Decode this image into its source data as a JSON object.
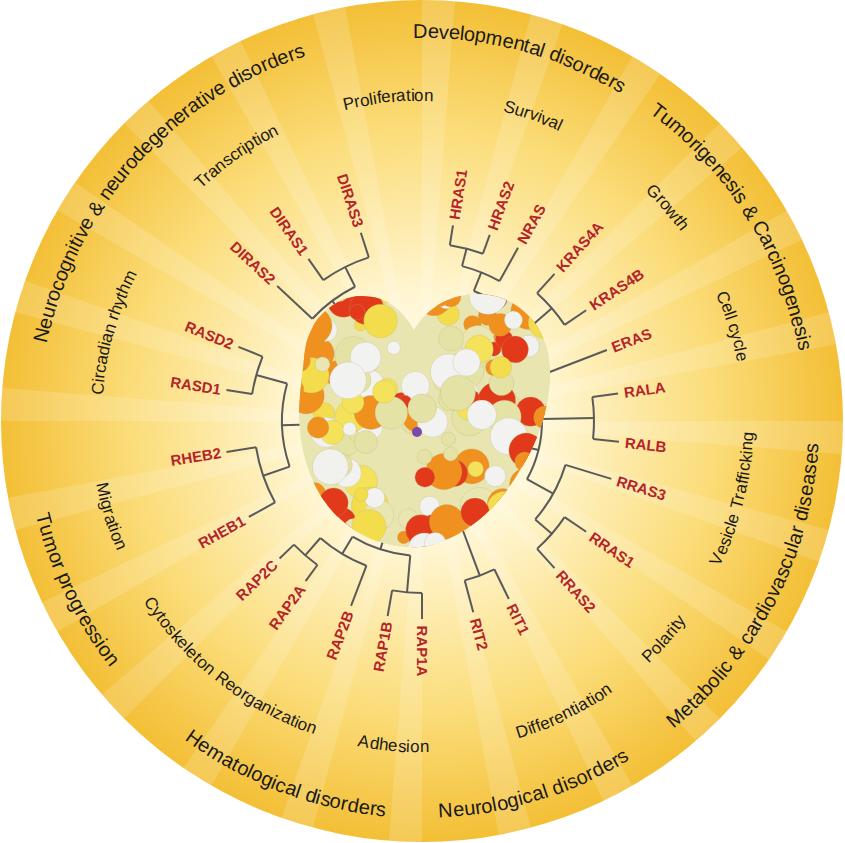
{
  "diagram": {
    "labels": [
      "Neurocognitive & neurodegenerative disorders",
      "Developmental disorders",
      "Tumorigenesis & Carcinogenesis",
      "Metabolic & cardiovascular diseases",
      "Neurological disorders",
      "Hematological disorders",
      "Tumor progression",
      "Circadian rhythm",
      "Transcription",
      "Proliferation",
      "Survival",
      "Growth",
      "Cell cycle",
      "Vesicle Trafficking",
      "Polarity",
      "Differentiation",
      "Adhesion",
      "Cytoskeleton Reorganization",
      "Migration",
      "HRAS1",
      "HRAS2",
      "NRAS",
      "KRAS4A",
      "KRAS4B",
      "ERAS",
      "RALA",
      "RALB",
      "RRAS3",
      "RRAS1",
      "RRAS2",
      "RIT1",
      "RIT2",
      "RAP1A",
      "RAP1B",
      "RAP2B",
      "RAP2A",
      "RAP2C",
      "RHEB1",
      "RHEB2",
      "RASD1",
      "RASD2",
      "DIRAS2",
      "DIRAS1",
      "DIRAS3"
    ]
  }
}
